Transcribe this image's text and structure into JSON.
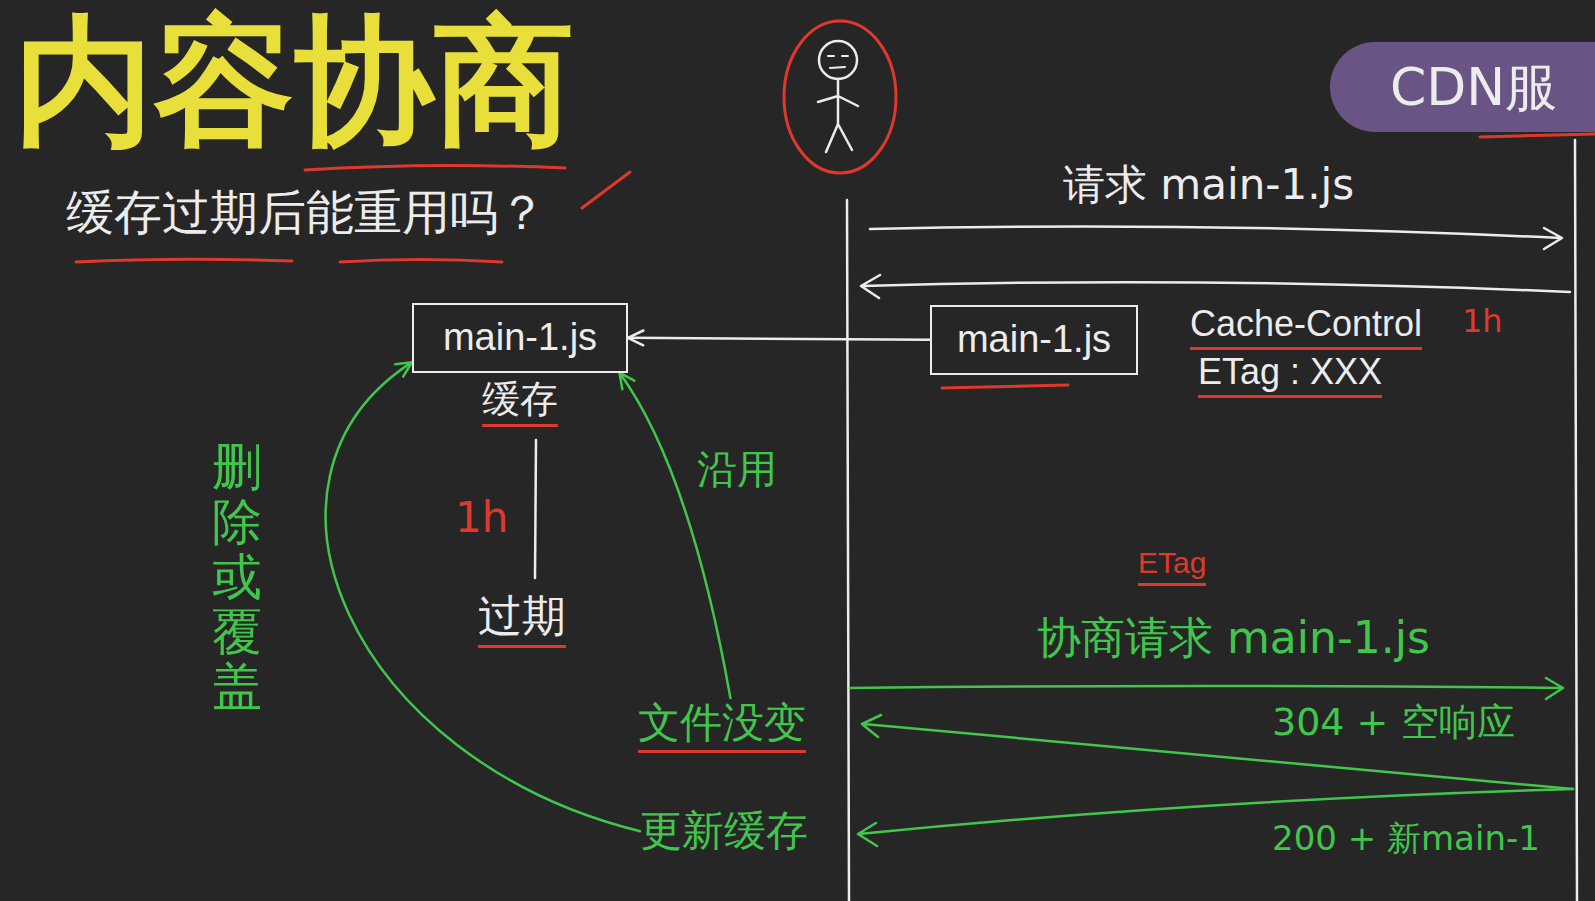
{
  "diagram": {
    "title": "内容协商",
    "nodes": [
      {
        "text": [
          "CDN服"
        ]
      },
      {
        "text": [
          "main-1.js",
          "缓存"
        ]
      },
      {
        "text": [
          "main-1.js"
        ]
      },
      {
        "text": [
          "文件没变"
        ]
      },
      {
        "text": [
          "更新缓存"
        ]
      }
    ],
    "edges": [
      {
        "from": 2,
        "to": 1,
        "arrow": "to"
      },
      {
        "from": 3,
        "to": 1,
        "label": "沿用",
        "arrow": "to"
      },
      {
        "from": 4,
        "to": 1,
        "label": "删除或覆盖",
        "arrow": "to"
      }
    ],
    "labels": [
      "缓存过期后能重用吗？",
      "请求 main-1.js",
      "Cache-Control",
      "1h",
      "ETag : XXX",
      "1h",
      "过期",
      "ETag",
      "协商请求 main-1.js",
      "304 + 空响应",
      "200 + 新main-1"
    ]
  }
}
